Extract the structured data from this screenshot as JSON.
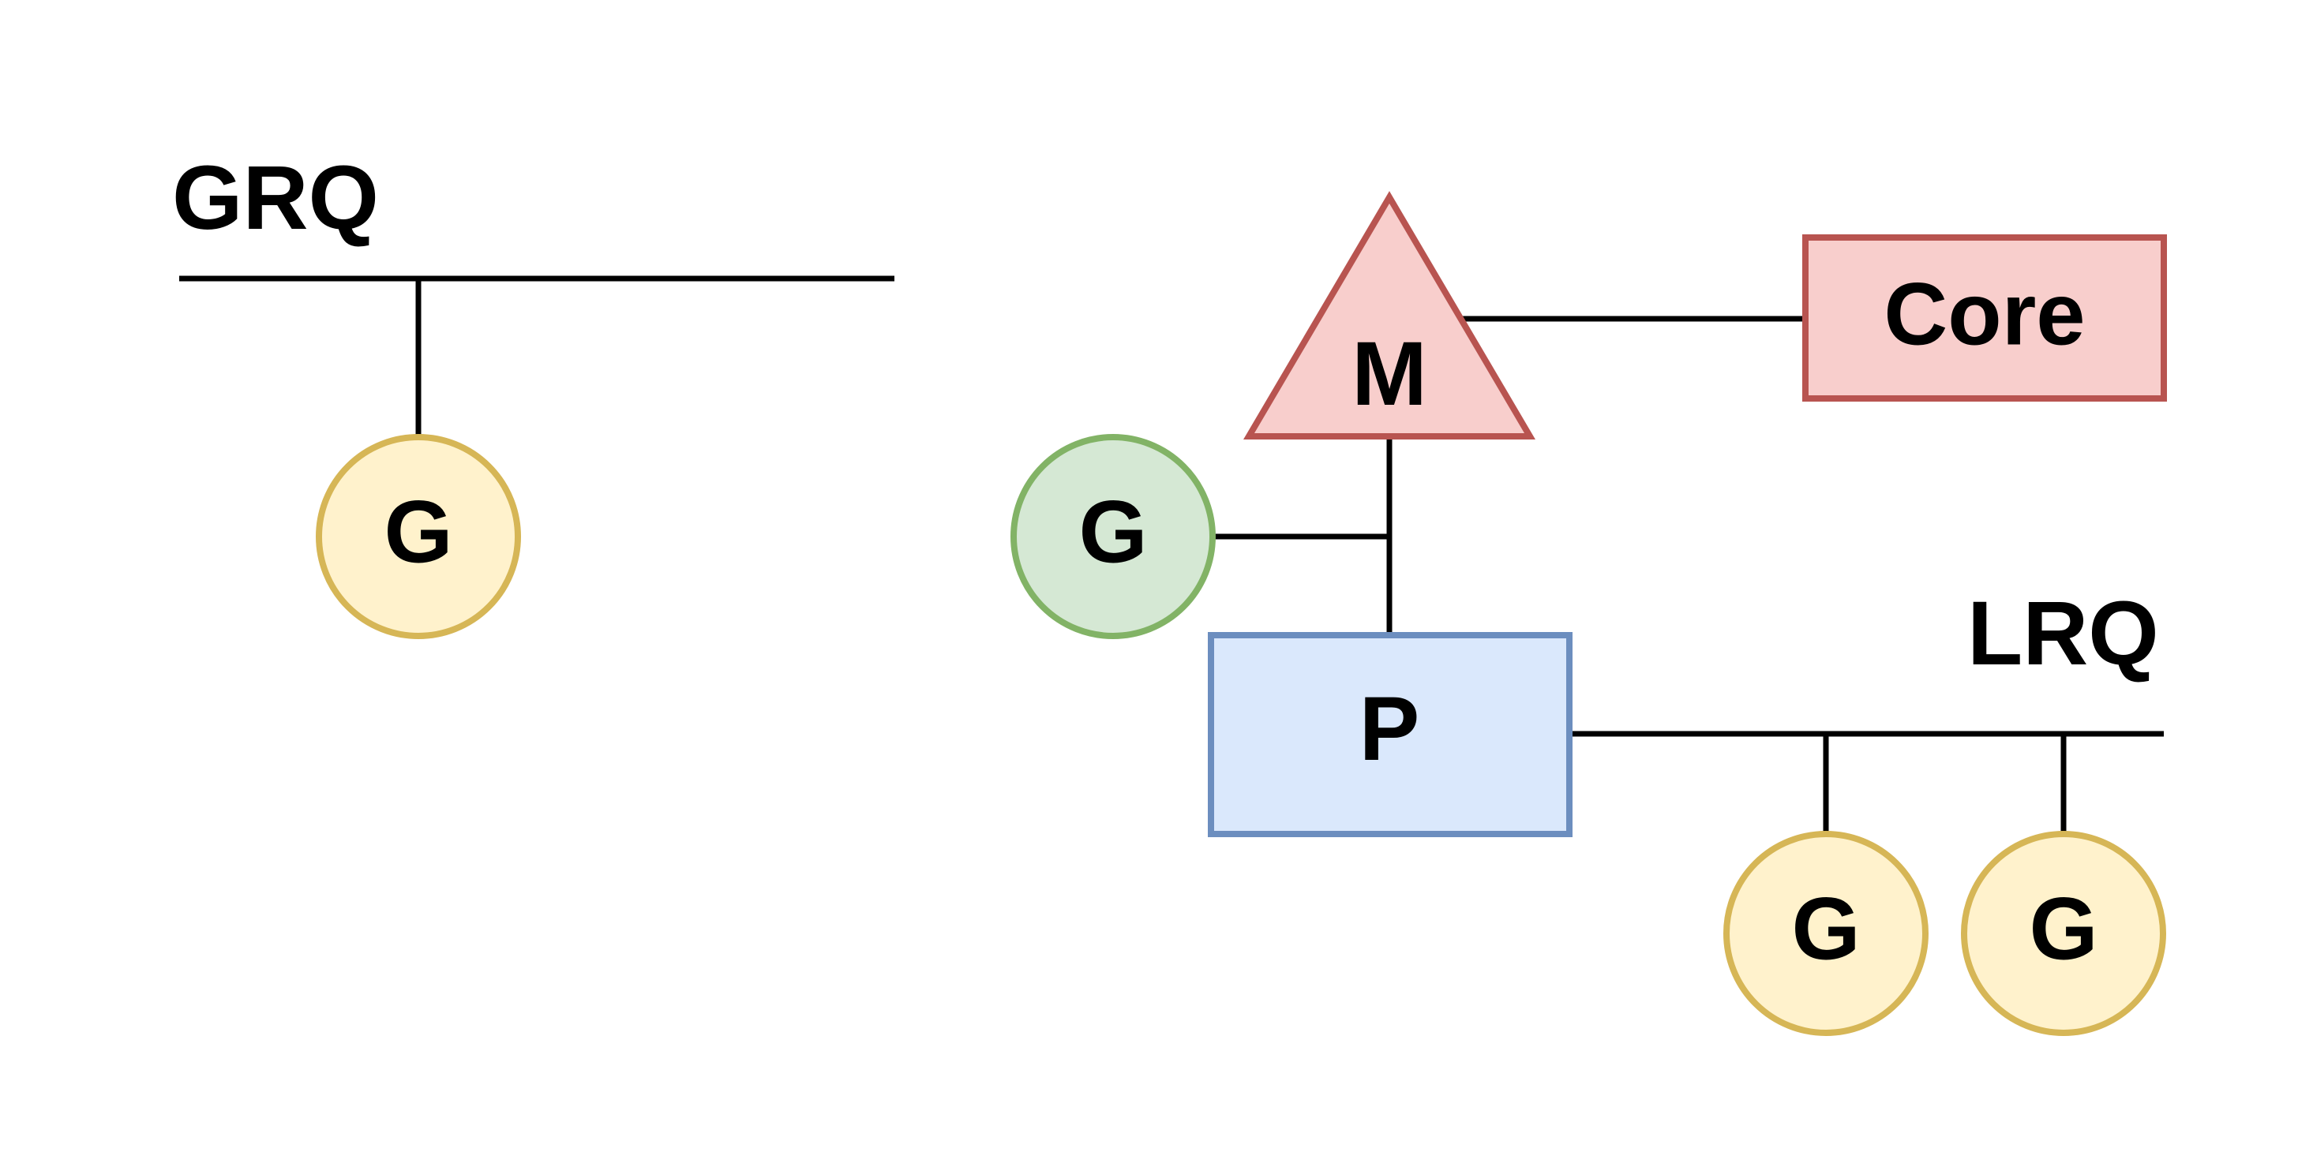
{
  "labels": {
    "grq": "GRQ",
    "lrq": "LRQ"
  },
  "nodes": {
    "grq_goroutine": "G",
    "running_goroutine": "G",
    "machine": "M",
    "core": "Core",
    "processor": "P",
    "lrq_goroutine_1": "G",
    "lrq_goroutine_2": "G"
  },
  "colors": {
    "goroutine_queued_fill": "#fff2cc",
    "goroutine_queued_stroke": "#d6b656",
    "goroutine_running_fill": "#d5e8d4",
    "goroutine_running_stroke": "#82b366",
    "machine_fill": "#f8cecc",
    "machine_stroke": "#b85450",
    "core_fill": "#f8cecc",
    "core_stroke": "#b85450",
    "processor_fill": "#dae8fc",
    "processor_stroke": "#6c8ebf",
    "line": "#000000"
  }
}
